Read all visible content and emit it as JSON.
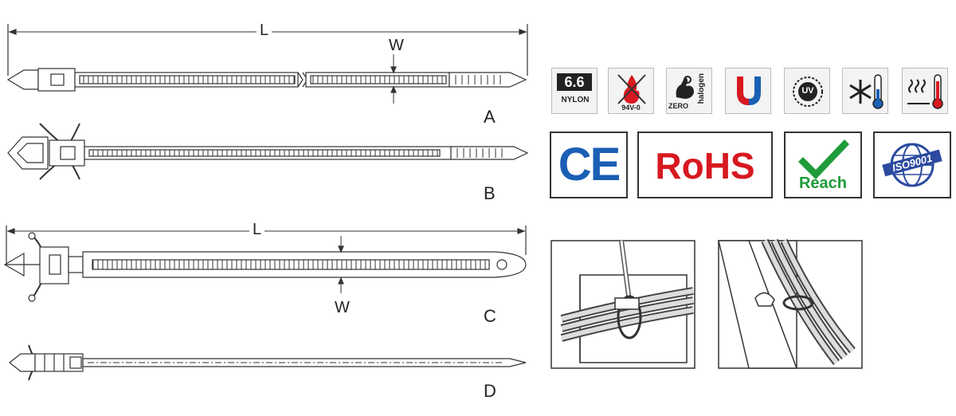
{
  "drawing": {
    "variant_a": {
      "label": "A",
      "length_symbol": "L",
      "width_symbol": "W"
    },
    "variant_b": {
      "label": "B"
    },
    "variant_c": {
      "label": "C",
      "length_symbol": "L",
      "width_symbol": "W"
    },
    "variant_d": {
      "label": "D"
    }
  },
  "property_icons": [
    {
      "name": "nylon-66",
      "top": "6.6",
      "bottom": "NYLON"
    },
    {
      "name": "flame-rating",
      "text": "94V-0"
    },
    {
      "name": "zero-halogen",
      "left": "ZERO",
      "right": "halogen"
    },
    {
      "name": "magnet",
      "icon": "magnet-icon"
    },
    {
      "name": "uv-resistant",
      "text": "UV"
    },
    {
      "name": "cold-resistant",
      "icon": "snowflake-icon"
    },
    {
      "name": "heat-resistant",
      "icon": "heat-icon"
    }
  ],
  "certifications": {
    "ce": "CE",
    "rohs": "RoHS",
    "reach": "Reach",
    "iso": "ISO9001"
  },
  "colors": {
    "rohs_red": "#d71920",
    "ce_blue": "#1a5fb4",
    "reach_green": "#1f9b3a",
    "iso_blue": "#2b4aa0",
    "magnet_red": "#d71920",
    "magnet_blue": "#1a5fb4"
  }
}
